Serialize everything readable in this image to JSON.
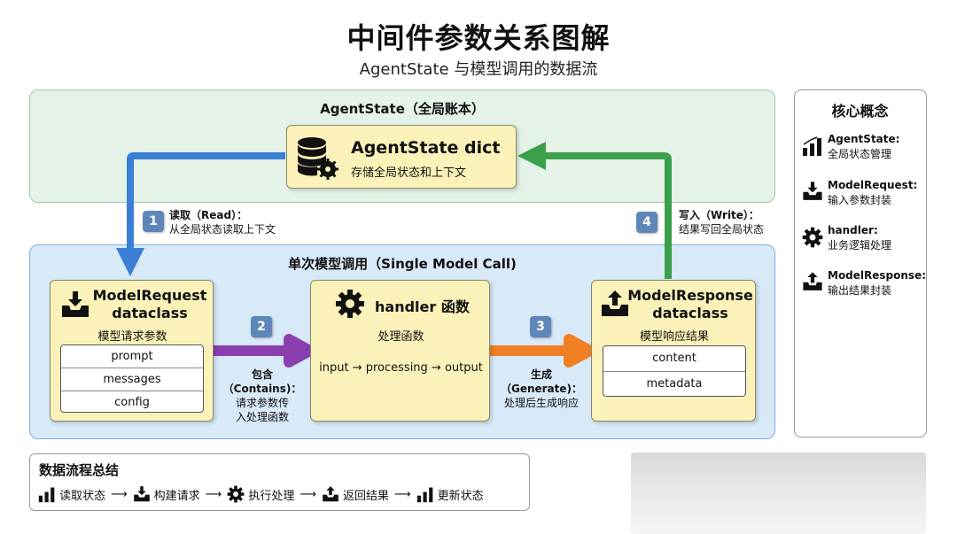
{
  "title": "中间件参数关系图解",
  "subtitle": "AgentState 与模型调用的数据流",
  "agent_state_panel": {
    "title": "AgentState（全局账本）",
    "box_title": "AgentState dict",
    "box_desc": "存储全局状态和上下文"
  },
  "model_call_panel": {
    "title": "单次模型调用（Single Model Call)"
  },
  "model_request": {
    "title_line1": "ModelRequest",
    "title_line2": "dataclass",
    "desc": "模型请求参数",
    "fields": [
      "prompt",
      "messages",
      "config"
    ]
  },
  "handler": {
    "title": "handler 函数",
    "desc": "处理函数",
    "flow": "input → processing → output"
  },
  "model_response": {
    "title_line1": "ModelResponse",
    "title_line2": "dataclass",
    "desc": "模型响应结果",
    "fields": [
      "content",
      "metadata"
    ]
  },
  "steps": [
    {
      "num": "1",
      "line1": "读取（Read）：",
      "line2": "从全局状态读取上下文",
      "color": "#3a7fd5"
    },
    {
      "num": "2",
      "line1": "包含（Contains)：",
      "line2": "请求参数传",
      "line3": "入处理函数",
      "color": "#8a3fb0"
    },
    {
      "num": "3",
      "line1": "生成（Generate)：",
      "line2": "处理后生成响应",
      "color": "#f07f24"
    },
    {
      "num": "4",
      "line1": "写入（Write）：",
      "line2": "结果写回全局状态",
      "color": "#3aa04a"
    }
  ],
  "core_concepts": {
    "title": "核心概念",
    "items": [
      {
        "title": "AgentState:",
        "desc": "全局状态管理",
        "icon": "bar-chart-icon"
      },
      {
        "title": "ModelRequest:",
        "desc": "输入参数封装",
        "icon": "inbox-download-icon"
      },
      {
        "title": "handler:",
        "desc": "业务逻辑处理",
        "icon": "gear-icon"
      },
      {
        "title": "ModelResponse:",
        "desc": "输出结果封装",
        "icon": "inbox-upload-icon"
      }
    ]
  },
  "summary": {
    "title": "数据流程总结",
    "steps": [
      "读取状态",
      "构建请求",
      "执行处理",
      "返回结果",
      "更新状态"
    ],
    "arrow": "⟶"
  }
}
